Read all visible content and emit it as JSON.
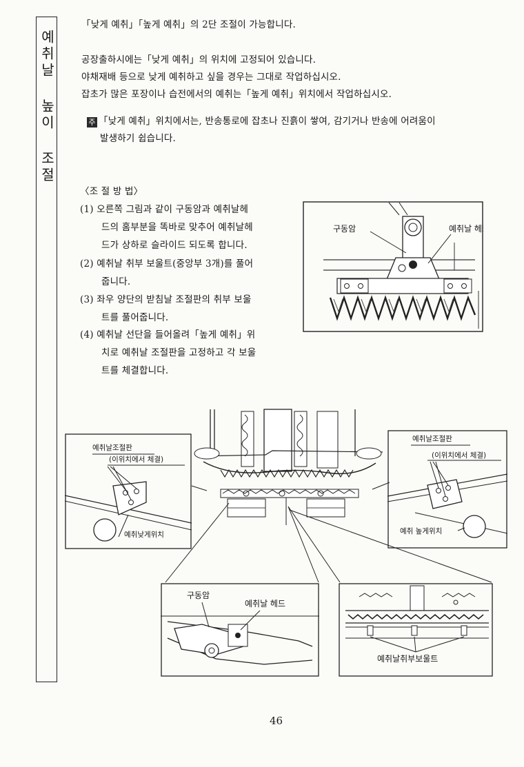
{
  "side_title": "예취날 높이 조절",
  "intro": {
    "line1": "「낮게 예취」「높게 예취」의 2단 조절이 가능합니다.",
    "line2": "공장출하시에는「낮게 예취」의 위치에 고정되어 있습니다.",
    "line3": "야채재배 등으로 낮게 예취하고 싶을 경우는 그대로 작업하십시오.",
    "line4": "잡초가 많은 포장이나 습전에서의 예취는「높게 예취」위치에서 작업하십시오."
  },
  "note": {
    "badge": "주",
    "line1": "「낮게 예취」위치에서는, 반송통로에 잡초나 진흙이 쌓여, 감기거나 반송에 어려움이",
    "line2": "발생하기 쉽습니다."
  },
  "method": {
    "heading": "〈조 절 방 법〉",
    "steps": [
      {
        "line1": "(1) 오른쪽 그림과 같이 구동암과 예취날헤",
        "line2": "드의 홈부분을 똑바로 맞추어 예취날헤",
        "line3": "드가 상하로 슬라이드 되도록 합니다."
      },
      {
        "line1": "(2) 예취날 취부 보울트(중앙부 3개)를 풀어",
        "line2": "줍니다."
      },
      {
        "line1": "(3) 좌우 양단의 받침날 조절판의 취부 보울",
        "line2": "트를 풀어줍니다."
      },
      {
        "line1": "(4) 예취날 선단을 들어올려「높게 예취」위",
        "line2": "치로 예취날 조절판을 고정하고 각 보울",
        "line3": "트를 체결합니다."
      }
    ]
  },
  "figure_top": {
    "label_arm": "구동암",
    "label_head": "예취날 헤드"
  },
  "figure_left": {
    "label_plate": "예취날조절판",
    "label_fasten": "(이위치에서 체결)",
    "label_low": "예취낮게위치"
  },
  "figure_right": {
    "label_plate": "예취날조절판",
    "label_fasten": "(이위치에서 체결)",
    "label_high": "예취 높게위치"
  },
  "figure_bottom_left": {
    "label_arm": "구동암",
    "label_head": "예취날 헤드"
  },
  "figure_bottom_right": {
    "label_bolt": "예취날취부보울트"
  },
  "page_number": "46"
}
